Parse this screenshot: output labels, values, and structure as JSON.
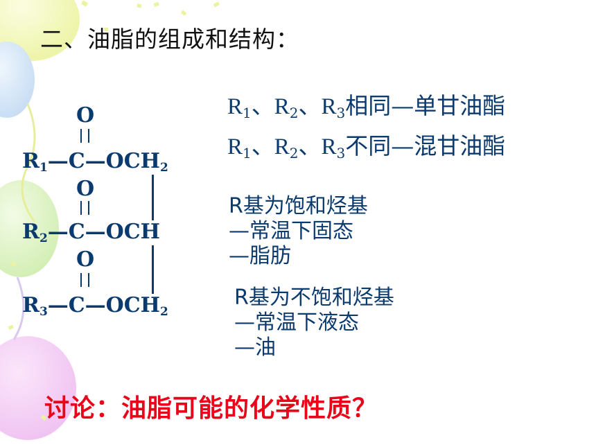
{
  "slide": {
    "title": "二、油脂的组成和结构：",
    "structure": {
      "r": "R",
      "r1": "1",
      "r2": "2",
      "r3": "3",
      "o": "O",
      "dash": "—",
      "c": "C",
      "och": "OCH",
      "h2": "2"
    },
    "classification": {
      "rows": [
        {
          "r": "R",
          "sub1": "1",
          "sub2": "2",
          "sub3": "3",
          "sep": "、",
          "suffix": "相同—单甘油酯"
        },
        {
          "r": "R",
          "sub1": "1",
          "sub2": "2",
          "sub3": "3",
          "sep": "、",
          "suffix": "不同—混甘油酯"
        }
      ]
    },
    "saturated": {
      "line1": "R基为饱和烃基",
      "line2": "—常温下固态",
      "line3": "—脂肪"
    },
    "unsaturated": {
      "line1": "R基为不饱和烃基",
      "line2": "—常温下液态",
      "line3": "—油"
    },
    "question": "讨论：油脂可能的化学性质？"
  }
}
